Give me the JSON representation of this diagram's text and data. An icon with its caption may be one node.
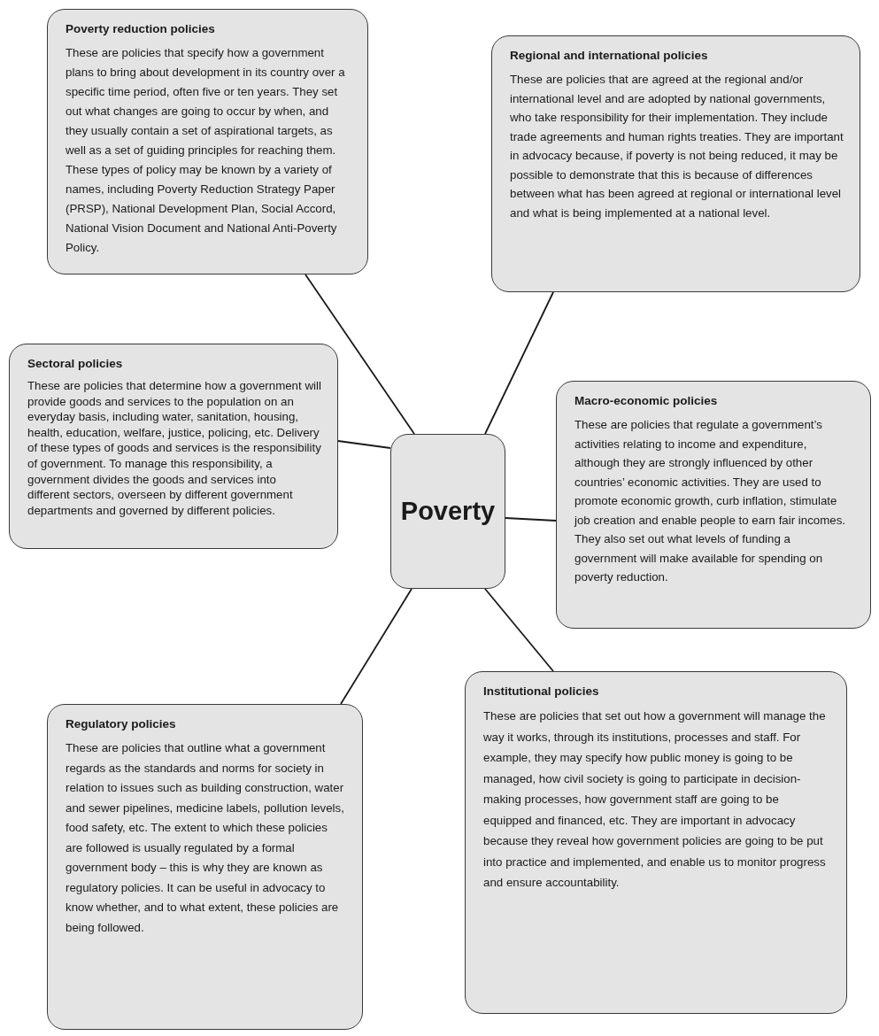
{
  "diagram": {
    "nodes": [
      {
        "text": [
          "Poverty reduction policies",
          "These are policies that specify how a government plans to bring about development in its country over a specific time period, often five or ten years. They set out what changes are going to occur by when, and they usually contain a set of aspirational targets, as well as a set of guiding principles for reaching them. These types of policy may be known by a variety of names, including Poverty Reduction Strategy Paper (PRSP), National Development Plan, Social Accord, National Vision Document and National Anti-Poverty Policy."
        ]
      },
      {
        "text": [
          "Regional and international policies",
          "These are policies that are agreed at the regional and/or international level and are adopted by national governments, who take responsibility for their implementation. They include trade agreements and human rights treaties. They are important in advocacy because, if poverty is not being reduced, it may be possible to demonstrate that this is because of differences between what has been agreed at regional or international level and what is being implemented at a national level."
        ]
      },
      {
        "text": [
          "Sectoral policies",
          "These are policies that determine how a government will provide goods and services to the population on an everyday basis, including water, sanitation, housing, health, education, welfare, justice, policing, etc. Delivery of these types of goods and services is the responsibility of government. To manage this responsibility, a government divides the goods and services into different sectors, overseen by different government departments and governed by different policies."
        ]
      },
      {
        "text": [
          "Poverty"
        ]
      },
      {
        "text": [
          "Macro-economic policies",
          "These are policies that regulate a government’s activities relating to income and expenditure, although they are strongly influenced by other countries’ economic activities. They are used to promote economic growth, curb inflation, stimulate job creation and enable people to earn fair incomes. They also set out what levels of funding a government will make available for spending on poverty reduction."
        ]
      },
      {
        "text": [
          "Regulatory policies",
          "These are policies that outline what a government regards as the standards and norms for society in relation to issues such as building construction, water and sewer pipelines, medicine labels, pollution levels, food safety, etc. The extent to which these policies are followed is usually regulated by a formal government body – this is why they are known as regulatory policies. It can be useful in advocacy to know whether, and to what extent, these policies are being followed."
        ]
      },
      {
        "text": [
          "Institutional policies",
          "These are policies that set out how a government will manage the way it works, through its institutions, processes and staff. For example, they may specify how public money is going to be managed, how civil society is going to participate in decision-making processes, how government staff are going to be equipped and financed, etc. They are important in advocacy because they reveal how government policies are going to be put into practice and implemented, and enable us to monitor progress and ensure accountability."
        ]
      }
    ],
    "edges": [
      {
        "from": 3,
        "to": 0,
        "arrow": "none"
      },
      {
        "from": 3,
        "to": 1,
        "arrow": "none"
      },
      {
        "from": 3,
        "to": 2,
        "arrow": "none"
      },
      {
        "from": 3,
        "to": 4,
        "arrow": "none"
      },
      {
        "from": 3,
        "to": 5,
        "arrow": "none"
      },
      {
        "from": 3,
        "to": 6,
        "arrow": "none"
      }
    ]
  }
}
